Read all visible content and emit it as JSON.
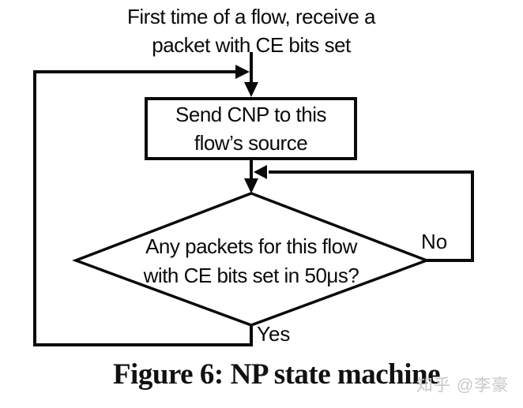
{
  "figure": {
    "start_label": "First time of a flow, receive a\npacket with CE bits set",
    "process_box": "Send CNP to this\nflow’s source",
    "decision": "Any packets for this flow\nwith CE bits set in 50μs?",
    "edges": {
      "no_label": "No",
      "yes_label": "Yes"
    },
    "nodes": [
      {
        "type": "start-text",
        "text": "First time of a flow, receive a packet with CE bits set"
      },
      {
        "type": "process",
        "shape": "rectangle",
        "text": "Send CNP to this flow’s source"
      },
      {
        "type": "decision",
        "shape": "diamond",
        "text": "Any packets for this flow with CE bits set in 50μs?"
      }
    ],
    "flows": [
      {
        "from": "start-text",
        "to": "process",
        "label": ""
      },
      {
        "from": "process",
        "to": "decision",
        "label": ""
      },
      {
        "from": "decision",
        "to": "process",
        "label": "No"
      },
      {
        "from": "decision",
        "to": "process",
        "label": "Yes"
      }
    ]
  },
  "caption": {
    "prefix": "Figure 6:",
    "title": "NP state machine"
  },
  "watermark": "知乎 @李豪",
  "colors": {
    "line": "#0a0a0a",
    "shape_fill": "#ffffff",
    "watermark": "#c8c8c8"
  }
}
